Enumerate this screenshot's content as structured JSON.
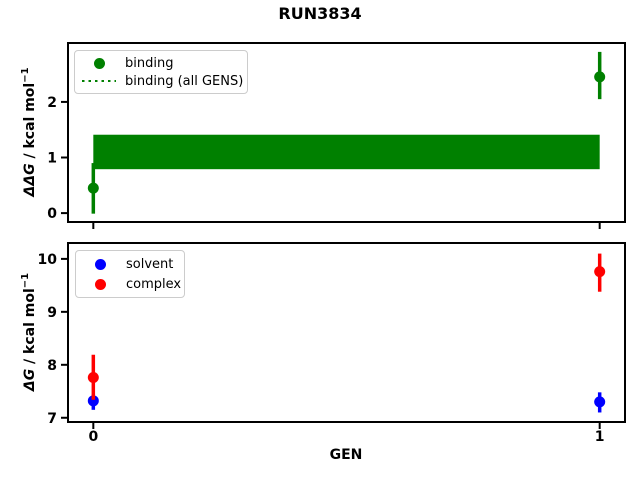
{
  "figure": {
    "suptitle": "RUN3834",
    "background": "#ffffff",
    "frame_color": "#000000"
  },
  "colors": {
    "binding": "#008000",
    "solvent": "#0000ff",
    "complex": "#ff0000",
    "frame": "#000000",
    "legend_border": "#cccccc"
  },
  "chart_data": [
    {
      "type": "scatter",
      "subplot": "top",
      "title": "",
      "xlabel": "",
      "ylabel": "ΔΔG / kcal mol−1",
      "ylabel_parts": {
        "math": "ΔΔG",
        "rest": " / kcal mol",
        "sup": "−1"
      },
      "grid": false,
      "legend_position": "upper left",
      "xlim": [
        -0.05,
        1.05
      ],
      "ylim": [
        -0.16,
        3.06
      ],
      "xticks": [
        0,
        1
      ],
      "xticklabels": [
        "",
        ""
      ],
      "yticks": [
        0,
        1,
        2
      ],
      "yticklabels": [
        "0",
        "1",
        "2"
      ],
      "legend": [
        {
          "label": "binding",
          "marker": "dot",
          "color": "#008000"
        },
        {
          "label": "binding (all GENS)",
          "marker": "dotted-line",
          "color": "#008000"
        }
      ],
      "series": [
        {
          "name": "binding",
          "color": "#008000",
          "x": [
            0,
            1
          ],
          "y": [
            0.45,
            2.45
          ],
          "err_low": [
            -0.01,
            2.05
          ],
          "err_high": [
            0.9,
            2.9
          ]
        }
      ],
      "band": {
        "name": "binding (all GENS)",
        "color": "#008000",
        "x_range": [
          0,
          1
        ],
        "y_low": 0.79,
        "y_high": 1.41
      }
    },
    {
      "type": "scatter",
      "subplot": "bottom",
      "title": "",
      "xlabel": "GEN",
      "ylabel": "ΔG / kcal mol−1",
      "ylabel_parts": {
        "math": "ΔG",
        "rest": " / kcal mol",
        "sup": "−1"
      },
      "grid": false,
      "legend_position": "upper left",
      "xlim": [
        -0.05,
        1.05
      ],
      "ylim": [
        6.92,
        10.3
      ],
      "xticks": [
        0,
        1
      ],
      "xticklabels": [
        "0",
        "1"
      ],
      "yticks": [
        7,
        8,
        9,
        10
      ],
      "yticklabels": [
        "7",
        "8",
        "9",
        "10"
      ],
      "legend": [
        {
          "label": "solvent",
          "marker": "dot",
          "color": "#0000ff"
        },
        {
          "label": "complex",
          "marker": "dot",
          "color": "#ff0000"
        }
      ],
      "series": [
        {
          "name": "solvent",
          "color": "#0000ff",
          "x": [
            0,
            1
          ],
          "y": [
            7.32,
            7.3
          ],
          "err_low": [
            7.15,
            7.1
          ],
          "err_high": [
            7.44,
            7.48
          ]
        },
        {
          "name": "complex",
          "color": "#ff0000",
          "x": [
            0,
            1
          ],
          "y": [
            7.76,
            9.76
          ],
          "err_low": [
            7.34,
            9.38
          ],
          "err_high": [
            8.19,
            10.1
          ]
        }
      ]
    }
  ]
}
